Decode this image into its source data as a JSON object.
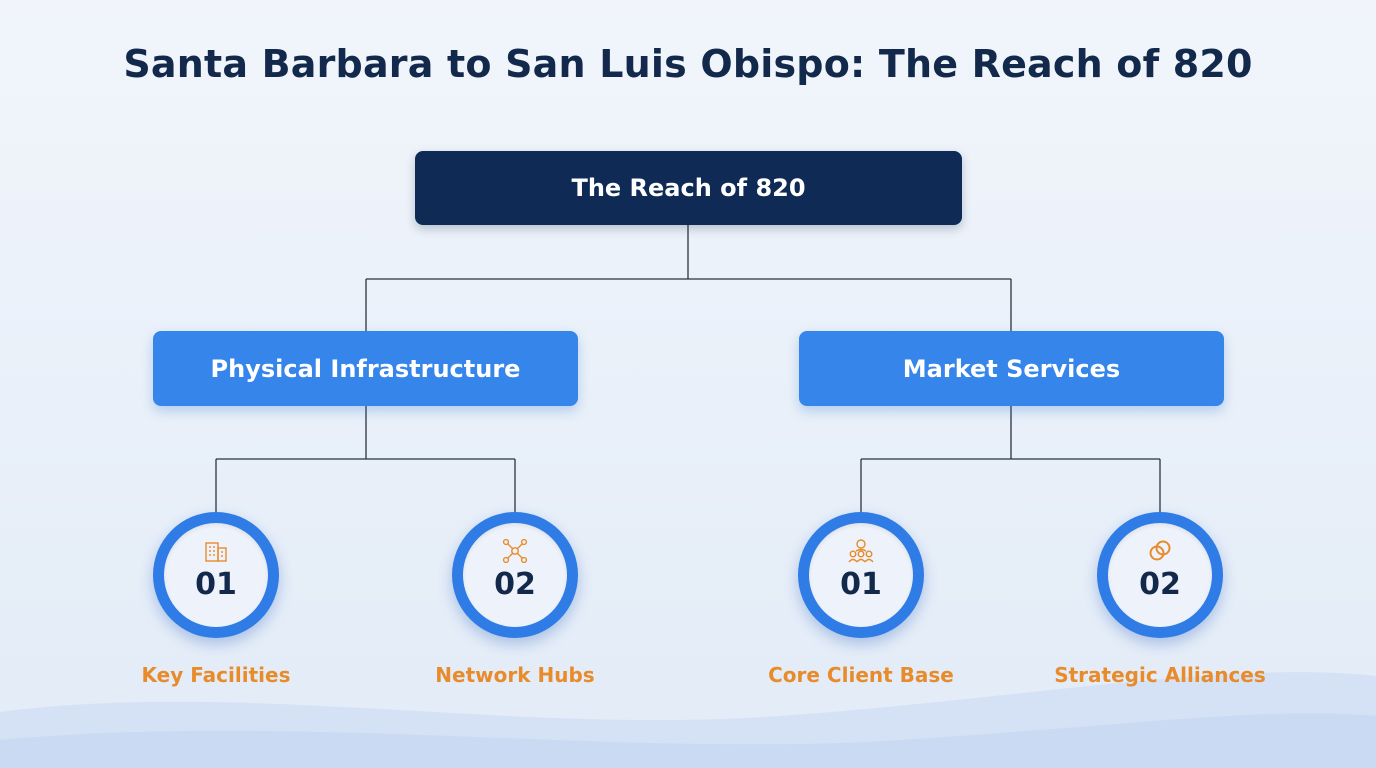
{
  "title": "Santa Barbara to San Luis Obispo: The Reach of 820",
  "root": {
    "label": "The Reach of 820"
  },
  "branches": [
    {
      "label": "Physical Infrastructure",
      "children": [
        {
          "number": "01",
          "label": "Key Facilities",
          "icon": "building-icon"
        },
        {
          "number": "02",
          "label": "Network Hubs",
          "icon": "network-icon"
        }
      ]
    },
    {
      "label": "Market Services",
      "children": [
        {
          "number": "01",
          "label": "Core Client Base",
          "icon": "users-icon"
        },
        {
          "number": "02",
          "label": "Strategic Alliances",
          "icon": "linked-rings-icon"
        }
      ]
    }
  ],
  "colors": {
    "title": "#13294b",
    "root": "#0f2a55",
    "branch": "#3585ea",
    "ring": "#2f7ce6",
    "label": "#e88b2a"
  }
}
